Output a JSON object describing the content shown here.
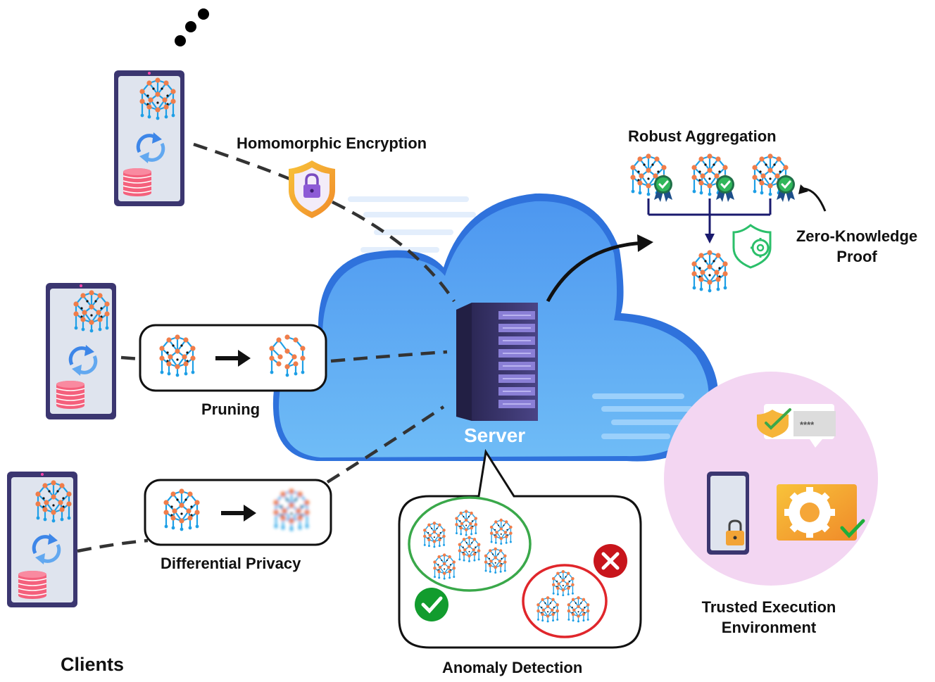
{
  "labels": {
    "homomorphic_encryption": "Homomorphic Encryption",
    "robust_aggregation": "Robust Aggregation",
    "zero_knowledge_line1": "Zero-Knowledge",
    "zero_knowledge_line2": "Proof",
    "pruning": "Pruning",
    "differential_privacy": "Differential Privacy",
    "server": "Server",
    "anomaly_detection": "Anomaly Detection",
    "tee_line1": "Trusted Execution",
    "tee_line2": "Environment",
    "clients": "Clients",
    "password_mask": "****"
  },
  "icons": [
    "ellipsis-dots-icon",
    "tablet-client-icon",
    "neural-network-icon",
    "sync-arrows-icon",
    "database-icon",
    "shield-lock-icon",
    "server-rack-icon",
    "check-badge-icon",
    "shield-gear-icon",
    "error-x-icon",
    "success-check-icon",
    "padlock-icon",
    "gear-icon",
    "chat-bubble-icon"
  ],
  "colors": {
    "cloud_light": "#5eb3f5",
    "cloud_dark": "#2a6fe0",
    "network_node": "#f07d4a",
    "network_edge": "#1e9fe6",
    "database": "#f4607c",
    "normal_cluster": "#3aa84a",
    "anomaly_cluster": "#e0262b",
    "tee_bg": "#f3d6f2",
    "server_rack": "#3b3670"
  }
}
